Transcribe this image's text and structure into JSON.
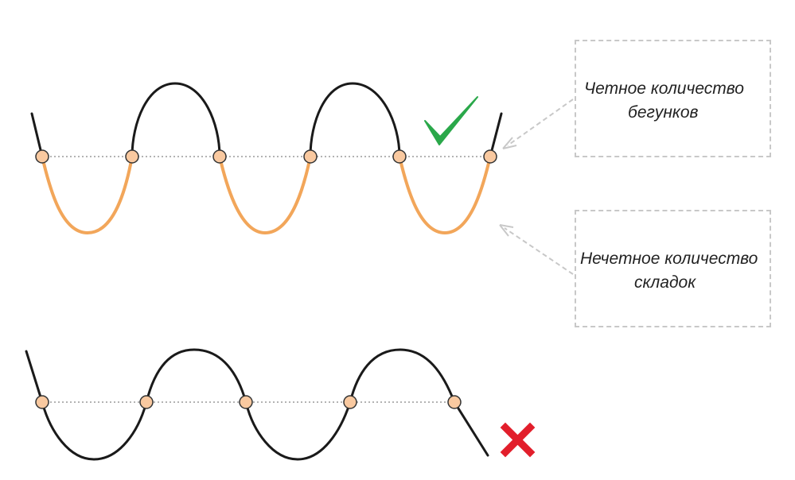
{
  "labels": {
    "even_runners": {
      "line1": "Четное количество",
      "line2": "бегунков"
    },
    "odd_folds": {
      "line1": "Нечетное количество",
      "line2": "складок"
    }
  },
  "icons": {
    "valid": "check-icon",
    "invalid": "cross-icon"
  },
  "colors": {
    "curve": "#1a1a1a",
    "highlight_fold": "#f2a65a",
    "runner_fill": "#f9c9a0",
    "runner_stroke": "#333333",
    "check": "#2aa84a",
    "cross": "#e21e2b",
    "dashed_box": "#c8c8c8",
    "arrow": "#c8c8c8"
  }
}
